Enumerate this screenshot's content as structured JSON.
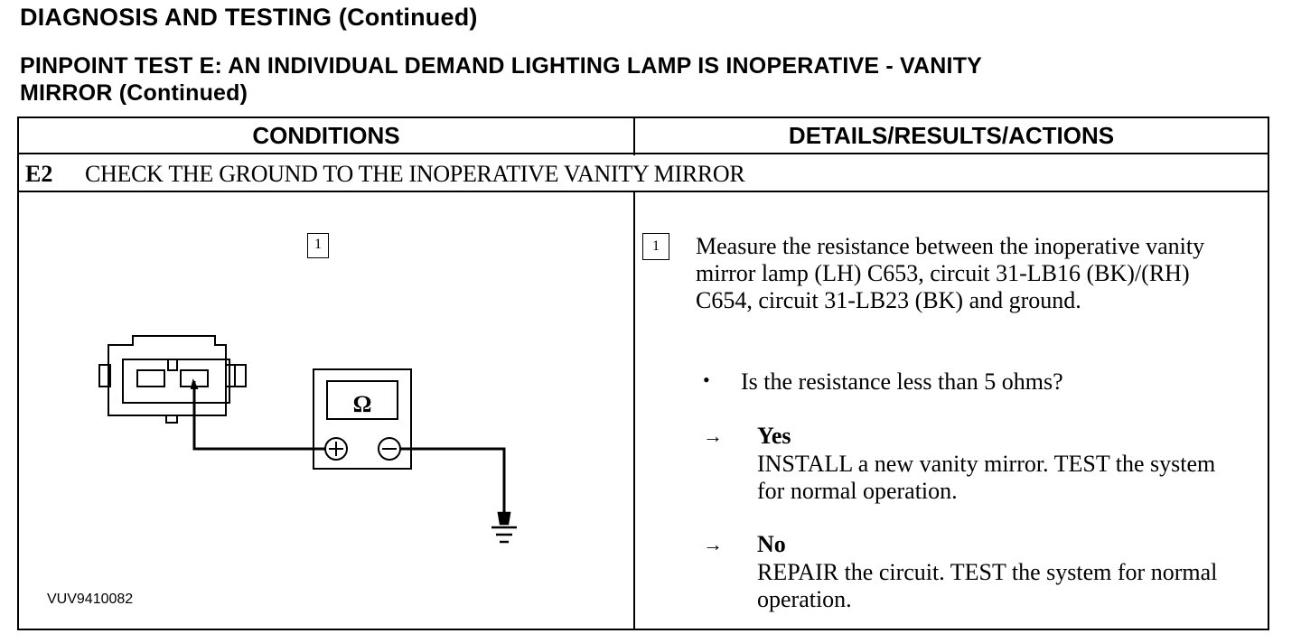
{
  "page": {
    "section_title": "DIAGNOSIS AND TESTING (Continued)",
    "test_title_line1": "PINPOINT TEST E: AN INDIVIDUAL DEMAND LIGHTING LAMP IS INOPERATIVE - VANITY",
    "test_title_line2": "MIRROR (Continued)"
  },
  "table": {
    "col_conditions": "CONDITIONS",
    "col_details": "DETAILS/RESULTS/ACTIONS",
    "step_id": "E2",
    "step_title": "CHECK THE GROUND TO THE INOPERATIVE VANITY MIRROR"
  },
  "conditions": {
    "step_marker": "1",
    "meter_symbol": "Ω",
    "figure_code": "VUV9410082"
  },
  "details": {
    "step_marker": "1",
    "instruction": "Measure the resistance between the inoperative vanity mirror lamp (LH) C653, circuit 31-LB16 (BK)/(RH) C654, circuit 31-LB23 (BK) and ground.",
    "bullet": "•",
    "question": "Is the resistance less than 5 ohms?",
    "arrow": "→",
    "answers": [
      {
        "label": "Yes",
        "action": "INSTALL a new vanity mirror. TEST the system for normal operation."
      },
      {
        "label": "No",
        "action": "REPAIR the circuit. TEST the system for normal operation."
      }
    ]
  }
}
